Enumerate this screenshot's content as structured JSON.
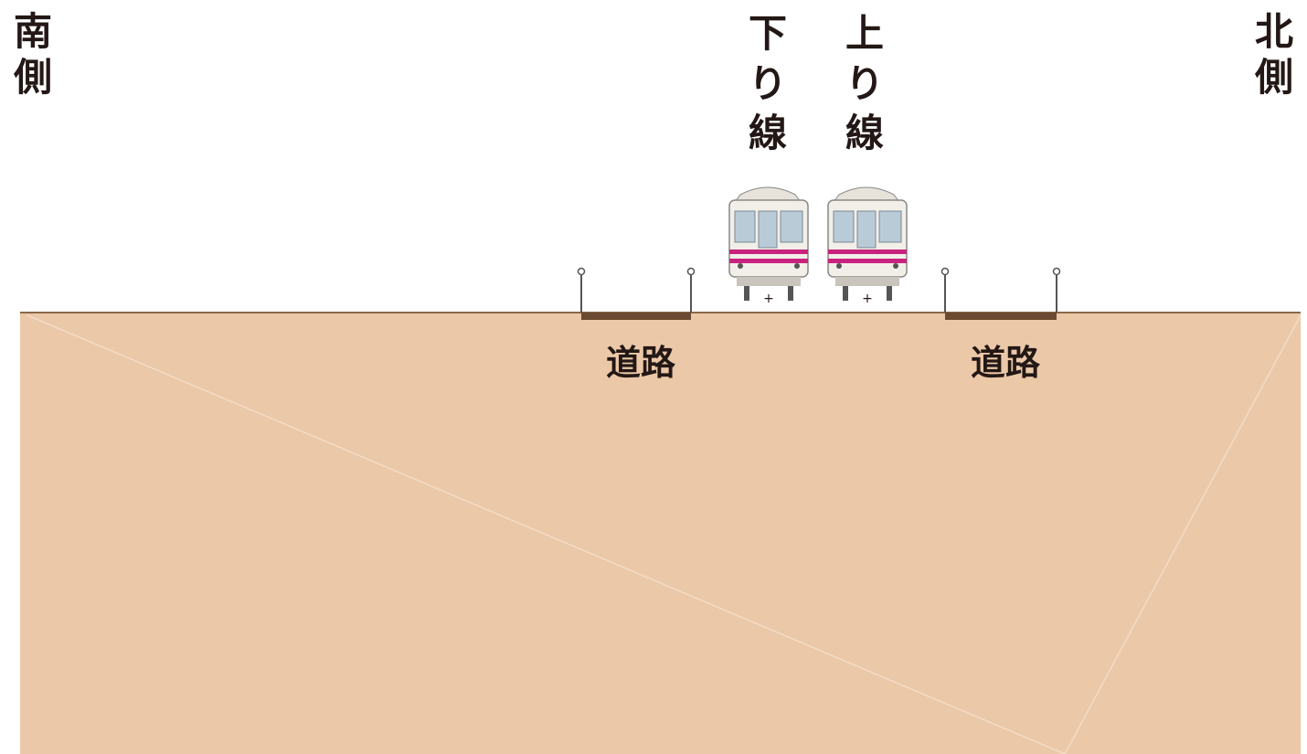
{
  "labels": {
    "south": "南側",
    "north": "北側",
    "down_line": "下り線",
    "up_line": "上り線"
  },
  "roads": {
    "south_road": "道路",
    "north_road": "道路"
  },
  "colors": {
    "ground": "#ebc8a8",
    "ground_line": "#8a6848",
    "road_surface": "#6a4a30",
    "train_body": "#f2efe9",
    "train_window": "#b9cbd6",
    "train_stripe": "#c8247e",
    "text": "#231815"
  }
}
